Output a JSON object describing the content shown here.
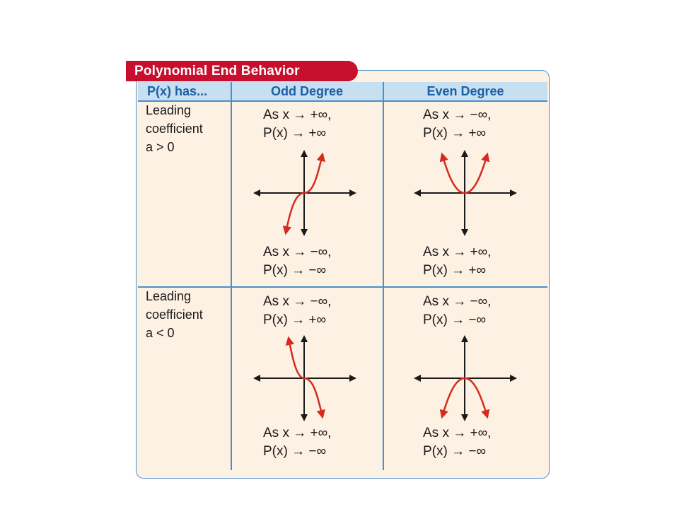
{
  "table": {
    "title": "Polynomial End Behavior",
    "headers": {
      "row_header": "P(x) has...",
      "odd": "Odd Degree",
      "even": "Even Degree"
    },
    "rows": [
      {
        "label_lines": [
          "Leading",
          "coefficient",
          "a > 0"
        ],
        "odd": {
          "top": [
            "As x → +∞,",
            "P(x) → +∞"
          ],
          "bottom": [
            "As x → −∞,",
            "P(x) → −∞"
          ]
        },
        "even": {
          "top": [
            "As x → −∞,",
            "P(x) → +∞"
          ],
          "bottom": [
            "As x → +∞,",
            "P(x) → +∞"
          ]
        }
      },
      {
        "label_lines": [
          "Leading",
          "coefficient",
          "a < 0"
        ],
        "odd": {
          "top": [
            "As x → −∞,",
            "P(x) → +∞"
          ],
          "bottom": [
            "As x → +∞,",
            "P(x) → −∞"
          ]
        },
        "even": {
          "top": [
            "As x → −∞,",
            "P(x) → −∞"
          ],
          "bottom": [
            "As x → +∞,",
            "P(x) → −∞"
          ]
        }
      }
    ]
  },
  "colors": {
    "title_bg": "#c8102e",
    "panel_bg": "#fdf1e3",
    "border": "#4a90c8",
    "header_bg": "#c6dff1",
    "header_text": "#1c5ea8",
    "curve": "#d42b1e",
    "axes": "#1a1a1a"
  },
  "icons": {
    "curve_odd_pos": "odd-degree-rising-curve",
    "curve_even_pos": "even-degree-upward-parabola",
    "curve_odd_neg": "odd-degree-falling-curve",
    "curve_even_neg": "even-degree-downward-parabola"
  }
}
